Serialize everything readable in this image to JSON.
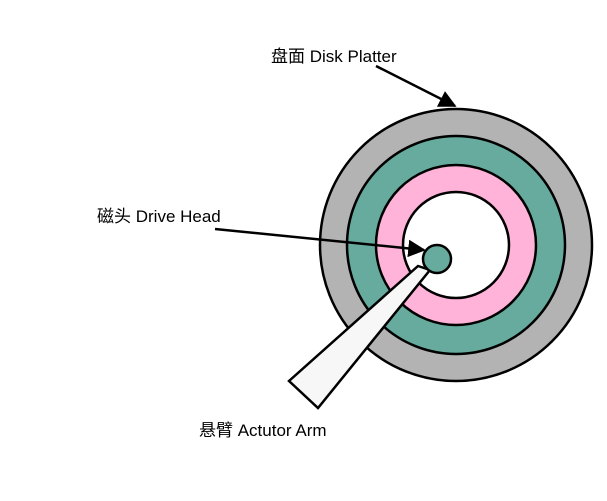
{
  "labels": {
    "disk_platter": "盘面 Disk Platter",
    "drive_head": "磁头 Drive Head",
    "actuator_arm": "悬臂 Actutor Arm"
  },
  "colors": {
    "outer_ring": "#b3b3b3",
    "middle_ring": "#67ab9f",
    "inner_ring": "#ffb3d9",
    "hub": "#ffffff",
    "head": "#67ab9f",
    "arm": "#f7f7f7",
    "stroke": "#000000"
  }
}
